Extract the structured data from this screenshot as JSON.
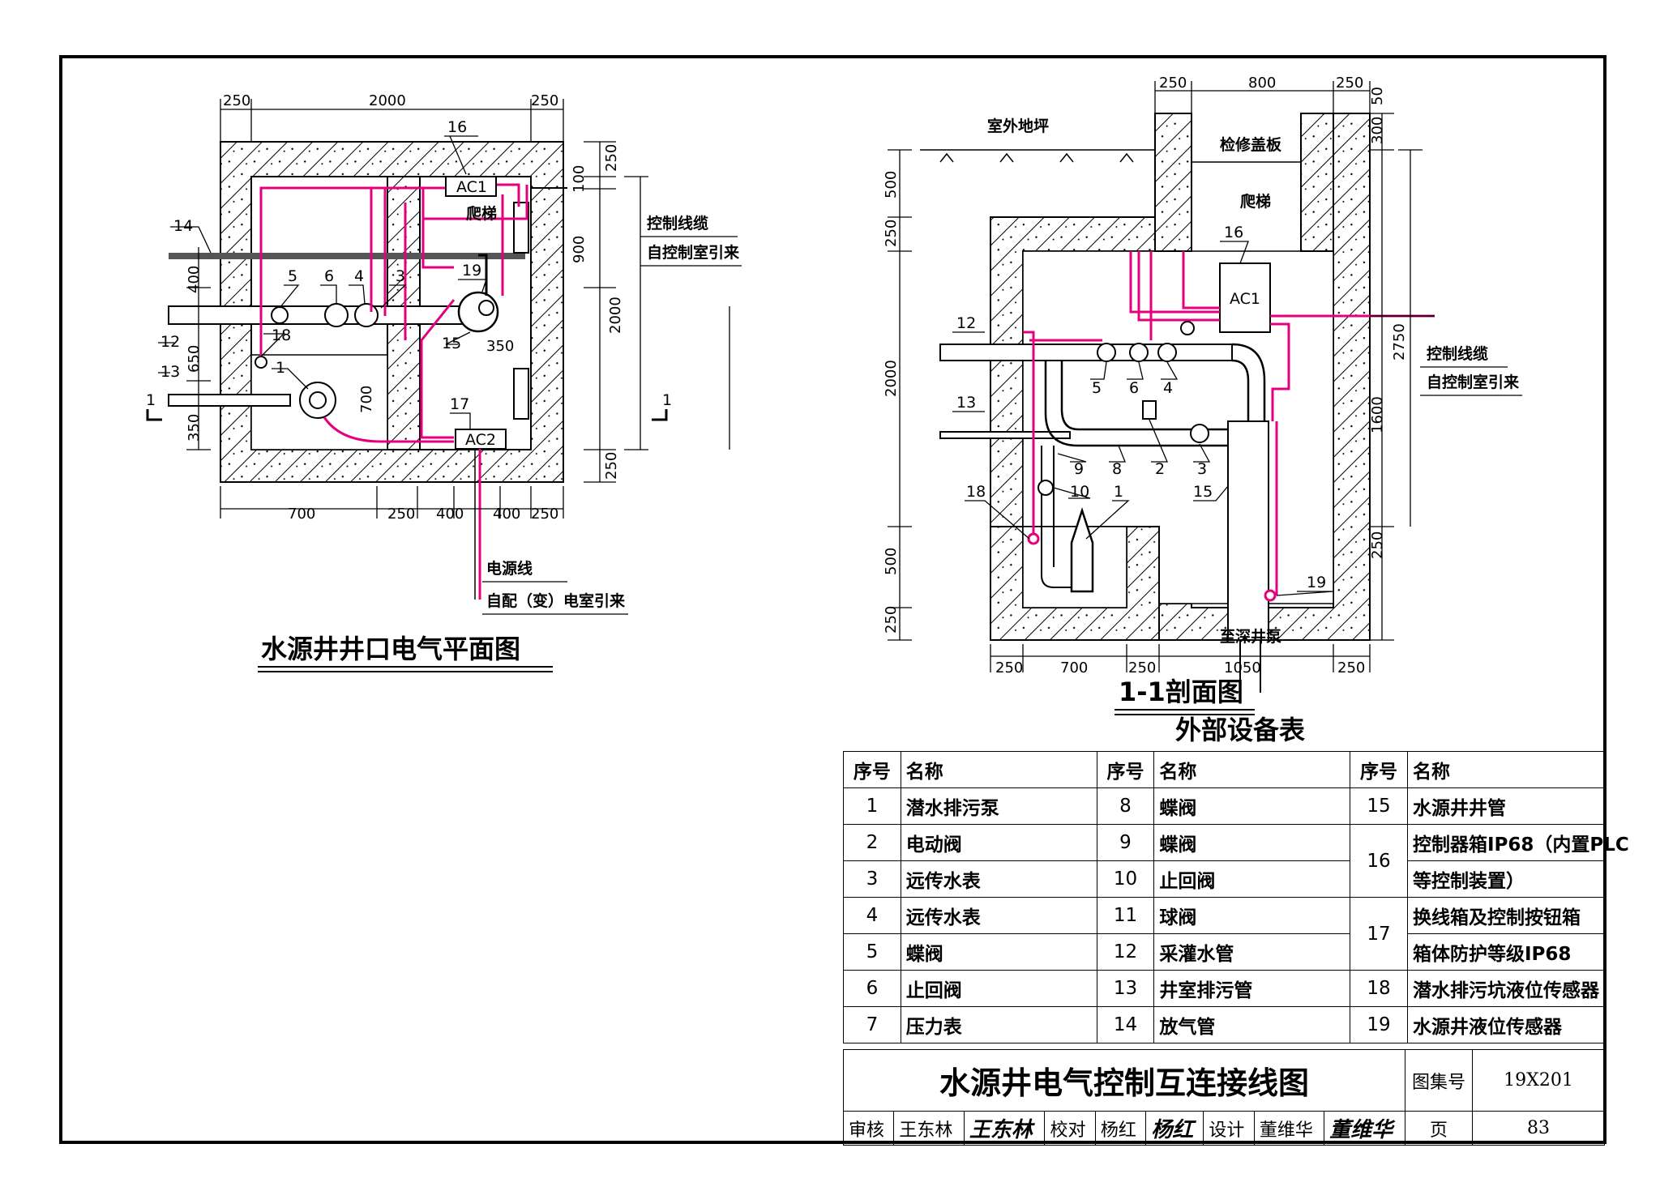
{
  "plan": {
    "title": "水源井井口电气平面图",
    "dims_top": [
      "250",
      "2000",
      "250"
    ],
    "dims_bottom": [
      "700",
      "250",
      "400",
      "400",
      "250"
    ],
    "dims_right": [
      "250",
      "100",
      "900",
      "2000",
      "250"
    ],
    "dims_left": [
      "400",
      "650",
      "350"
    ],
    "dim_700": "700",
    "dim_350": "350",
    "callouts": [
      "16",
      "14",
      "5",
      "6",
      "4",
      "3",
      "19",
      "12",
      "18",
      "15",
      "13",
      "1",
      "17"
    ],
    "boxes": {
      "ac1": "AC1",
      "ac2": "AC2"
    },
    "ladder": "爬梯",
    "section_mark": "1",
    "ctrl_cable_1": "控制线缆",
    "ctrl_cable_2": "自控制室引来",
    "power_1": "电源线",
    "power_2": "自配（变）电室引来"
  },
  "section": {
    "title": "1-1剖面图",
    "dims_top": [
      "250",
      "800",
      "250"
    ],
    "dims_topright": [
      "50",
      "300"
    ],
    "dims_left": [
      "500",
      "250",
      "2000",
      "500",
      "250"
    ],
    "dims_right": [
      "2750",
      "1600",
      "250"
    ],
    "dims_bottom": [
      "250",
      "700",
      "250",
      "1050",
      "250"
    ],
    "callouts": [
      "16",
      "12",
      "5",
      "6",
      "4",
      "13",
      "9",
      "8",
      "2",
      "3",
      "18",
      "10",
      "1",
      "15",
      "19"
    ],
    "box": "AC1",
    "ground": "室外地坪",
    "cover": "检修盖板",
    "ladder": "爬梯",
    "to_pump": "至深井泵",
    "ctrl_cable_1": "控制线缆",
    "ctrl_cable_2": "自控制室引来"
  },
  "equipment_table": {
    "title": "外部设备表",
    "headers": [
      "序号",
      "名称",
      "序号",
      "名称",
      "序号",
      "名称"
    ],
    "rows": [
      [
        "1",
        "潜水排污泵",
        "8",
        "蝶阀",
        "15",
        "水源井井管"
      ],
      [
        "2",
        "电动阀",
        "9",
        "蝶阀",
        "16",
        "控制器箱IP68（内置PLC"
      ],
      [
        "3",
        "远传水表",
        "10",
        "止回阀",
        "",
        "等控制装置）"
      ],
      [
        "4",
        "远传水表",
        "11",
        "球阀",
        "17",
        "换线箱及控制按钮箱"
      ],
      [
        "5",
        "蝶阀",
        "12",
        "采灌水管",
        "",
        "箱体防护等级IP68"
      ],
      [
        "6",
        "止回阀",
        "13",
        "井室排污管",
        "18",
        "潜水排污坑液位传感器"
      ],
      [
        "7",
        "压力表",
        "14",
        "放气管",
        "19",
        "水源井液位传感器"
      ]
    ]
  },
  "title_block": {
    "drawing_title": "水源井电气控制互连接线图",
    "atlas_label": "图集号",
    "atlas_no": "19X201",
    "review_label": "审核",
    "reviewer": "王东林",
    "reviewer_sig": "王东林",
    "check_label": "校对",
    "checker": "杨红",
    "checker_sig": "杨红",
    "design_label": "设计",
    "designer": "董维华",
    "designer_sig": "董维华",
    "page_label": "页",
    "page_no": "83"
  },
  "colors": {
    "cable": "#e6007e",
    "line": "#000000"
  }
}
